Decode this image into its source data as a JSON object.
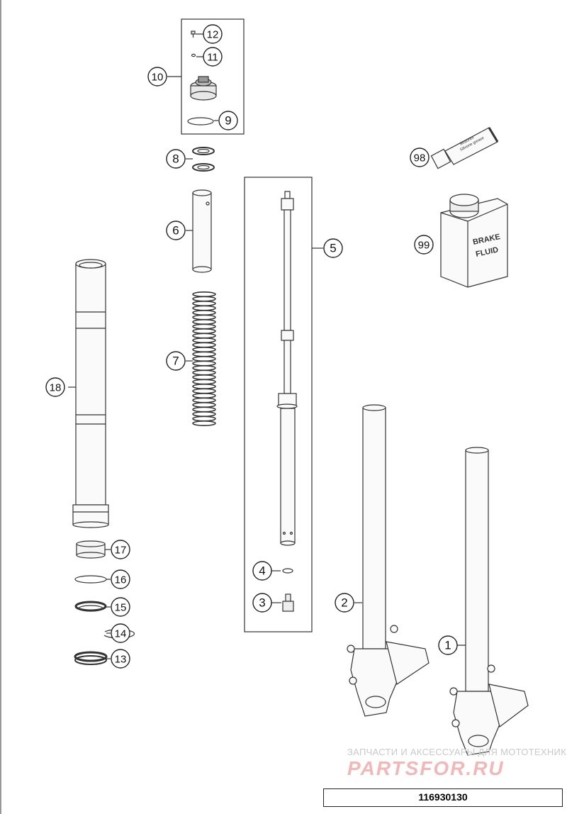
{
  "callouts": {
    "c1": "1",
    "c2": "2",
    "c3": "3",
    "c4": "4",
    "c5": "5",
    "c6": "6",
    "c7": "7",
    "c8": "8",
    "c9": "9",
    "c10": "10",
    "c11": "11",
    "c12": "12",
    "c13": "13",
    "c14": "14",
    "c15": "15",
    "c16": "16",
    "c17": "17",
    "c18": "18",
    "c98": "98",
    "c99": "99"
  },
  "can_label_line1": "BRAKE",
  "can_label_line2": "FLUID",
  "tube_label_line1": "Motorex",
  "tube_label_line2": "Silicone grease",
  "watermark_text": "ЗАПЧАСТИ И АКСЕССУАРЫ ДЛЯ МОТОТЕХНИКИ",
  "watermark_logo": "PARTSFOR.RU",
  "reference_number": "116930130"
}
